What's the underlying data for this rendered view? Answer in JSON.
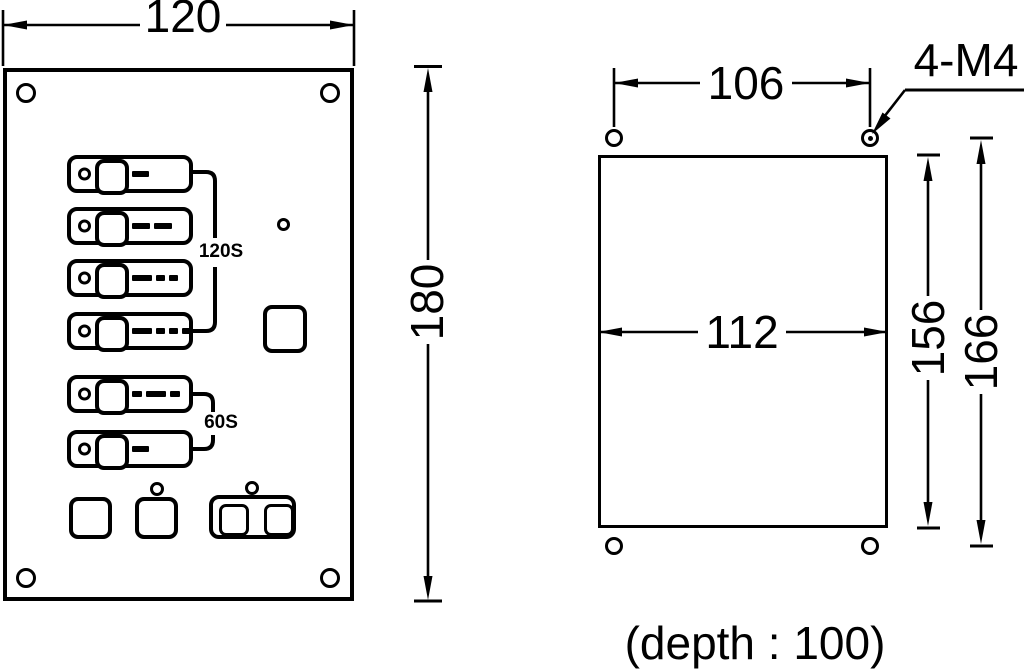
{
  "front_view": {
    "width_dim": "120",
    "height_dim": "180",
    "breaker_group_top_label": "120S",
    "breaker_group_bottom_label": "60S",
    "rows": [
      {
        "dashes": [
          17
        ]
      },
      {
        "dashes": [
          18,
          18
        ]
      },
      {
        "dashes": [
          20,
          9,
          9
        ]
      },
      {
        "dashes": [
          20,
          9,
          9,
          9
        ]
      },
      {
        "dashes": [
          10,
          20,
          10
        ]
      },
      {
        "dashes": [
          17
        ]
      }
    ]
  },
  "rear_view": {
    "hole_spacing_dim": "106",
    "width_dim": "112",
    "body_height_dim": "156",
    "hole_height_dim": "166",
    "thread_spec": "4-M4",
    "depth_note": "(depth : 100)"
  },
  "colors": {
    "line": "#000000",
    "background": "#ffffff"
  }
}
